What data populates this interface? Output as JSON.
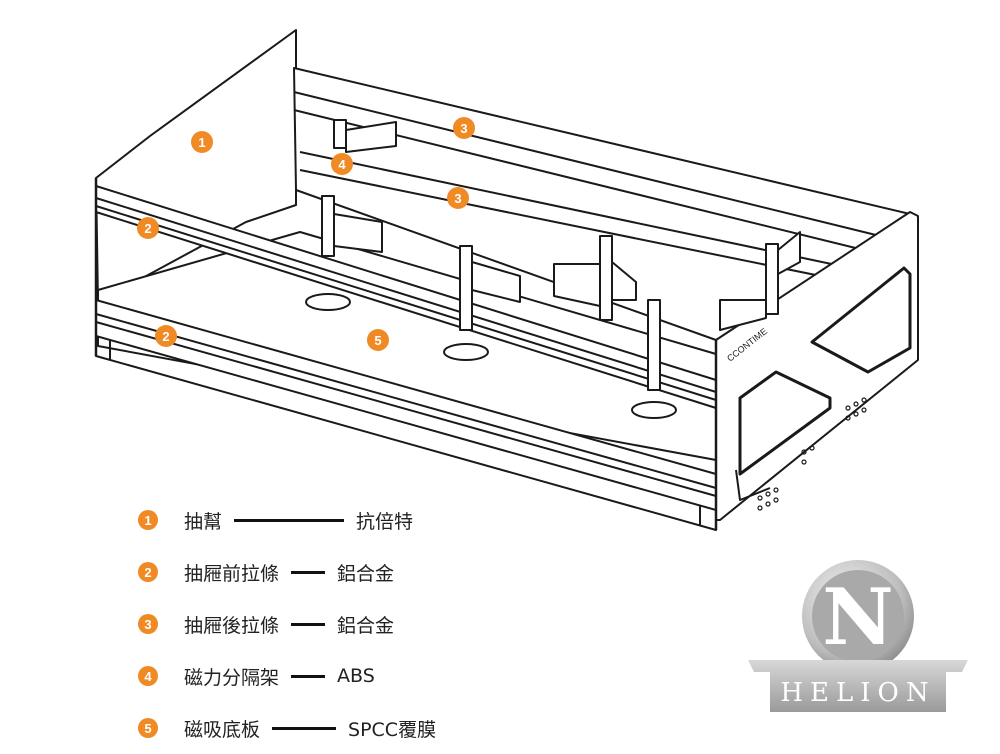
{
  "callouts": [
    {
      "num": "1"
    },
    {
      "num": "2"
    },
    {
      "num": "2"
    },
    {
      "num": "3"
    },
    {
      "num": "3"
    },
    {
      "num": "4"
    },
    {
      "num": "5"
    }
  ],
  "brand_mark": "CCONTIME",
  "legend": [
    {
      "num": "1",
      "part": "抽幫",
      "material": "抗倍特"
    },
    {
      "num": "2",
      "part": "抽屜前拉條",
      "material": "鋁合金"
    },
    {
      "num": "3",
      "part": "抽屜後拉條",
      "material": "鋁合金"
    },
    {
      "num": "4",
      "part": "磁力分隔架",
      "material": "ABS"
    },
    {
      "num": "5",
      "part": "磁吸底板",
      "material": "SPCC覆膜"
    }
  ],
  "logo": {
    "letter": "N",
    "word": "HELION"
  },
  "colors": {
    "accent": "#f08a24",
    "line": "#1a1a1a"
  }
}
